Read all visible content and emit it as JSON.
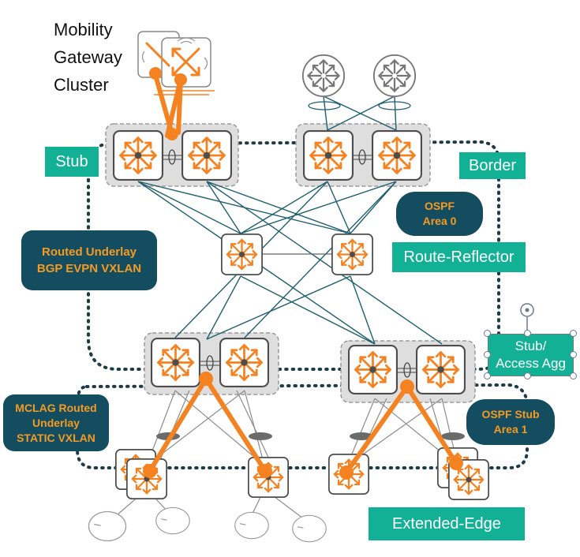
{
  "title": [
    "Mobility",
    "Gateway",
    "Cluster"
  ],
  "labels": {
    "stub": "Stub",
    "border": "Border",
    "route_reflector": "Route-Reflector",
    "stub_access_agg": [
      "Stub/",
      "Access Agg"
    ],
    "extended_edge": "Extended-Edge"
  },
  "badges": {
    "ospf_area0": [
      "OSPF",
      "Area 0"
    ],
    "routed_underlay": [
      "Routed Underlay",
      "BGP EVPN VXLAN"
    ],
    "mclag": [
      "MCLAG Routed",
      "Underlay",
      "STATIC VXLAN"
    ],
    "ospf_stub": [
      "OSPF Stub",
      "Area 1"
    ]
  },
  "colors": {
    "switch_orange": "#f58220",
    "teal_label": "#12b195",
    "navy_badge": "#134d5f",
    "badge_text": "#f59a23",
    "link_teal": "#1f5f6e",
    "dotted_boundary": "#1d3c47",
    "cluster_fill": "#dedede"
  },
  "icons": [
    "switch-icon",
    "router-icon",
    "access-point-icon",
    "mobility-gateway-icon",
    "rotate-handle-icon"
  ]
}
